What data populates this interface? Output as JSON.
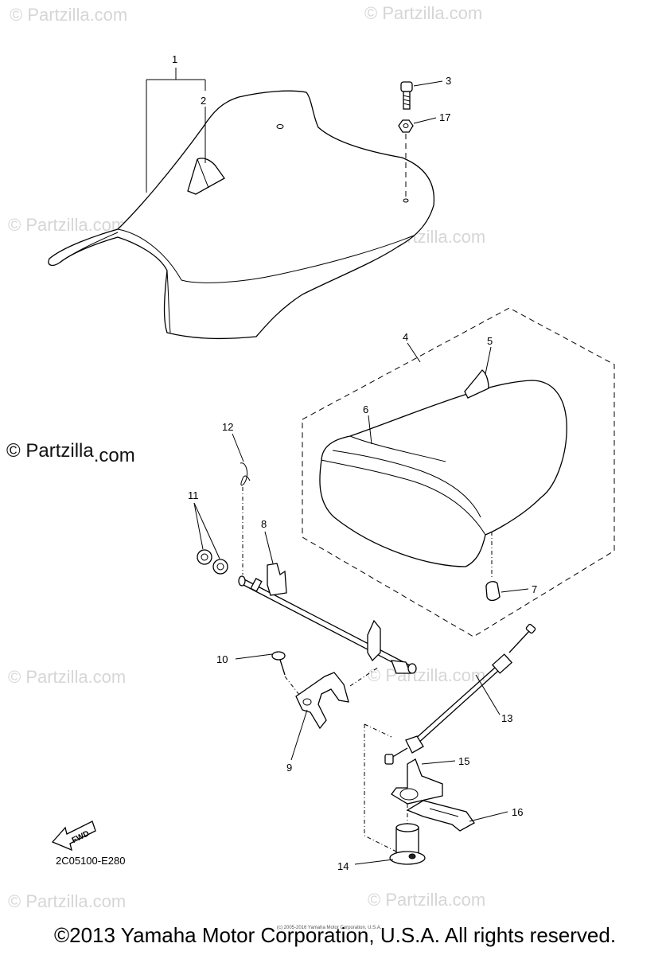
{
  "watermark": {
    "text": "© Partzilla.com",
    "small_parts": [
      "© Partzilla",
      ".com"
    ]
  },
  "callouts": [
    "1",
    "2",
    "3",
    "17",
    "4",
    "5",
    "6",
    "12",
    "11",
    "8",
    "7",
    "10",
    "13",
    "9",
    "15",
    "16",
    "14"
  ],
  "diagram_code": "2C05100-E280",
  "fwd_label": "FWD",
  "fine_print": "(c) 2005-2016 Yamaha Motor Corporation, U.S.A.",
  "copyright": "©2013 Yamaha Motor Corporation, U.S.A. All rights reserved."
}
